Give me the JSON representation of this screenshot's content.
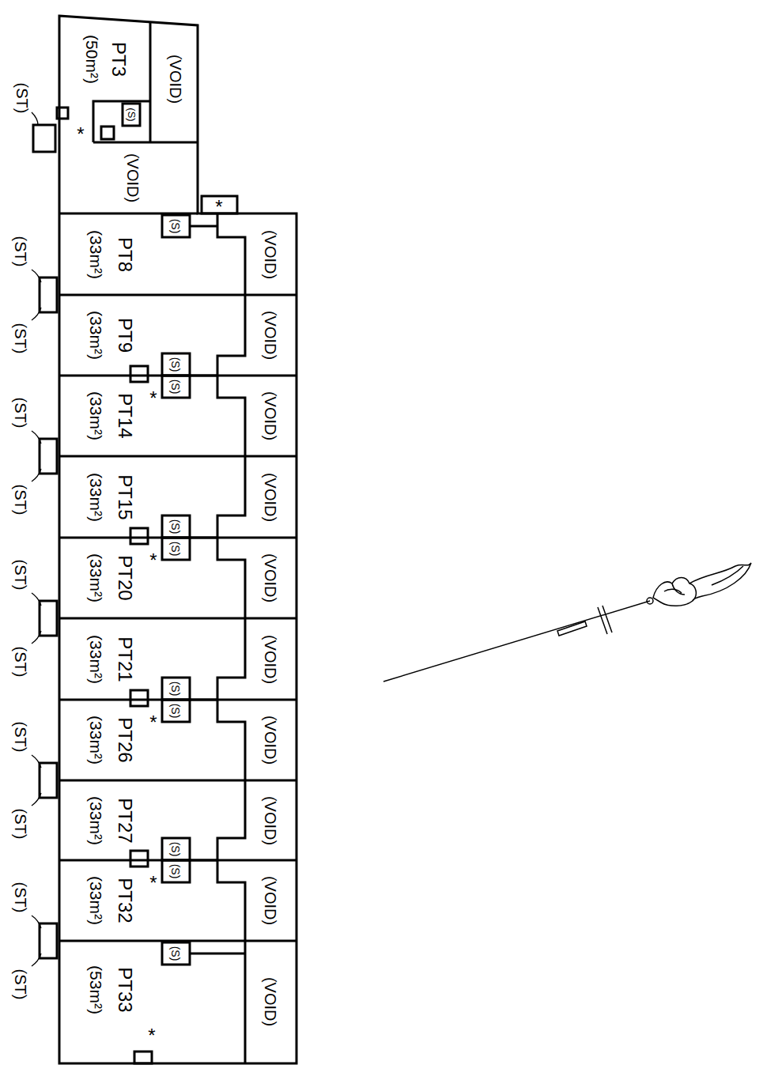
{
  "diagram": {
    "nodes": [
      {
        "text": [
          "PT3",
          "(50m²)"
        ]
      },
      {
        "text": [
          "PT8",
          "(33m²)"
        ]
      },
      {
        "text": [
          "PT9",
          "(33m²)"
        ]
      },
      {
        "text": [
          "PT14",
          "(33m²)"
        ]
      },
      {
        "text": [
          "PT15",
          "(33m²)"
        ]
      },
      {
        "text": [
          "PT20",
          "(33m²)"
        ]
      },
      {
        "text": [
          "PT21",
          "(33m²)"
        ]
      },
      {
        "text": [
          "PT26",
          "(33m²)"
        ]
      },
      {
        "text": [
          "PT27",
          "(33m²)"
        ]
      },
      {
        "text": [
          "PT32",
          "(33m²)"
        ]
      },
      {
        "text": [
          "PT33",
          "(53m²)"
        ]
      }
    ],
    "labels": [
      "(VOID)",
      "(VOID)",
      "(VOID)",
      "(VOID)",
      "(VOID)",
      "(VOID)",
      "(VOID)",
      "(VOID)",
      "(VOID)",
      "(VOID)",
      "(VOID)",
      "(VOID)",
      "(ST)",
      "(ST)",
      "(ST)",
      "(ST)",
      "(ST)",
      "(ST)",
      "(ST)",
      "(ST)",
      "(ST)",
      "(ST)",
      "(ST)",
      "(S)",
      "(S)",
      "(S)",
      "(S)",
      "(S)",
      "(S)",
      "(S)",
      "(S)",
      "(S)",
      "(S)",
      "(S)",
      "*",
      "*",
      "*",
      "*",
      "*",
      "*",
      "*"
    ]
  }
}
